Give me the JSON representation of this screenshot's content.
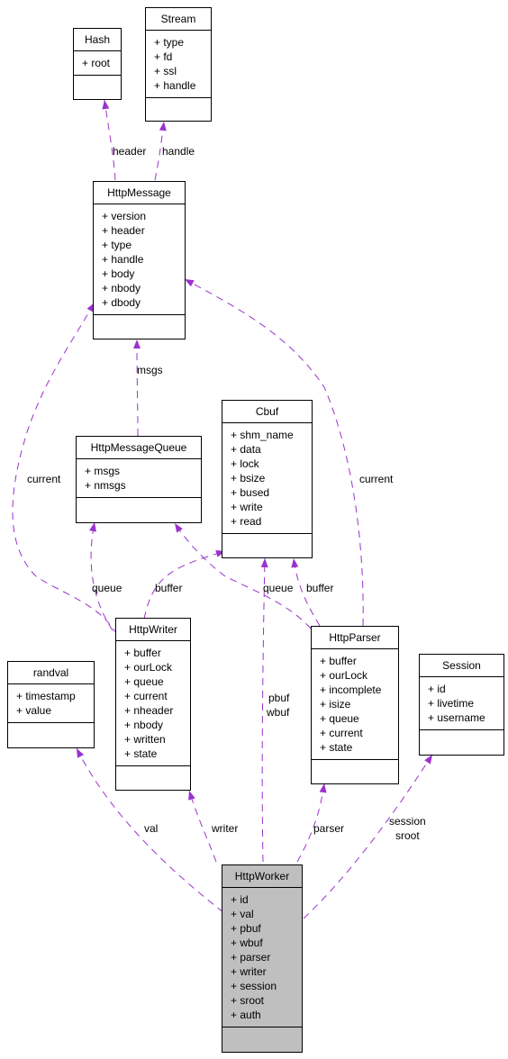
{
  "colors": {
    "edge": "#9a32cd",
    "highlight": "#bfbfbf",
    "border": "#000000"
  },
  "classes": [
    {
      "key": "hash",
      "name": "Hash",
      "attrs": [
        "+ root"
      ]
    },
    {
      "key": "stream",
      "name": "Stream",
      "attrs": [
        "+ type",
        "+ fd",
        "+ ssl",
        "+ handle"
      ]
    },
    {
      "key": "httpmessage",
      "name": "HttpMessage",
      "attrs": [
        "+ version",
        "+ header",
        "+ type",
        "+ handle",
        "+ body",
        "+ nbody",
        "+ dbody"
      ]
    },
    {
      "key": "cbuf",
      "name": "Cbuf",
      "attrs": [
        "+ shm_name",
        "+ data",
        "+ lock",
        "+ bsize",
        "+ bused",
        "+ write",
        "+ read"
      ]
    },
    {
      "key": "httpmessagequeue",
      "name": "HttpMessageQueue",
      "attrs": [
        "+ msgs",
        "+ nmsgs"
      ]
    },
    {
      "key": "httpwriter",
      "name": "HttpWriter",
      "attrs": [
        "+ buffer",
        "+ ourLock",
        "+ queue",
        "+ current",
        "+ nheader",
        "+ nbody",
        "+ written",
        "+ state"
      ]
    },
    {
      "key": "httpparser",
      "name": "HttpParser",
      "attrs": [
        "+ buffer",
        "+ ourLock",
        "+ incomplete",
        "+ isize",
        "+ queue",
        "+ current",
        "+ state"
      ]
    },
    {
      "key": "randval",
      "name": "randval",
      "attrs": [
        "+ timestamp",
        "+ value"
      ]
    },
    {
      "key": "session",
      "name": "Session",
      "attrs": [
        "+ id",
        "+ livetime",
        "+ username"
      ]
    },
    {
      "key": "httpworker",
      "name": "HttpWorker",
      "attrs": [
        "+ id",
        "+ val",
        "+ pbuf",
        "+ wbuf",
        "+ parser",
        "+ writer",
        "+ session",
        "+ sroot",
        "+ auth"
      ],
      "highlighted": true
    }
  ],
  "edge_labels": {
    "header": "header",
    "handle": "handle",
    "msgs": "msgs",
    "current_left": "current",
    "current_right": "current",
    "queue_writer": "queue",
    "buffer_writer": "buffer",
    "queue_parser": "queue",
    "buffer_parser": "buffer",
    "pbuf": "pbuf",
    "wbuf": "wbuf",
    "val": "val",
    "writer": "writer",
    "parser": "parser",
    "session": "session",
    "sroot": "sroot"
  }
}
